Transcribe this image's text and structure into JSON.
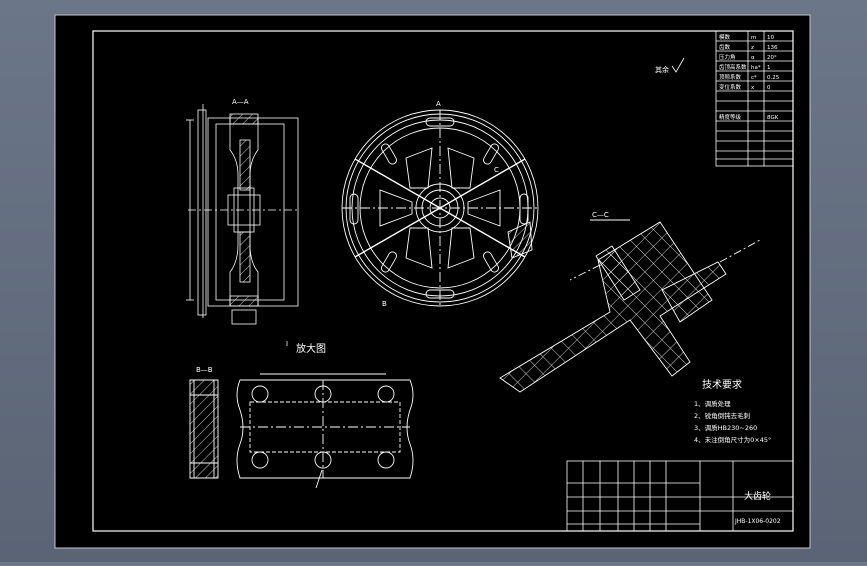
{
  "title_block": {
    "part_name": "大齿轮",
    "drawing_no": "JHB-1X06-0202"
  },
  "tech_requirements": {
    "title": "技术要求",
    "items": [
      "1、调质处理",
      "2、锐角倒钝去毛刺",
      "3、调质HB230~260",
      "4、未注倒角尺寸为0×45°"
    ]
  },
  "views": {
    "section_a_label": "A—A",
    "section_b_label": "B—B",
    "section_c_label": "C—C",
    "detail_label": "放大图",
    "detail_num": "I",
    "cut_a": "A",
    "cut_b": "B",
    "cut_c": "C",
    "surface_mark": "其余"
  },
  "param_table": {
    "rows": [
      [
        "模数",
        "m",
        "10"
      ],
      [
        "齿数",
        "z",
        "136"
      ],
      [
        "压力角",
        "α",
        "20°"
      ],
      [
        "齿顶高系数",
        "ha*",
        "1"
      ],
      [
        "顶隙系数",
        "c*",
        "0.25"
      ],
      [
        "变位系数",
        "x",
        "0"
      ],
      [
        "精度等级",
        "",
        "8GK"
      ]
    ]
  }
}
